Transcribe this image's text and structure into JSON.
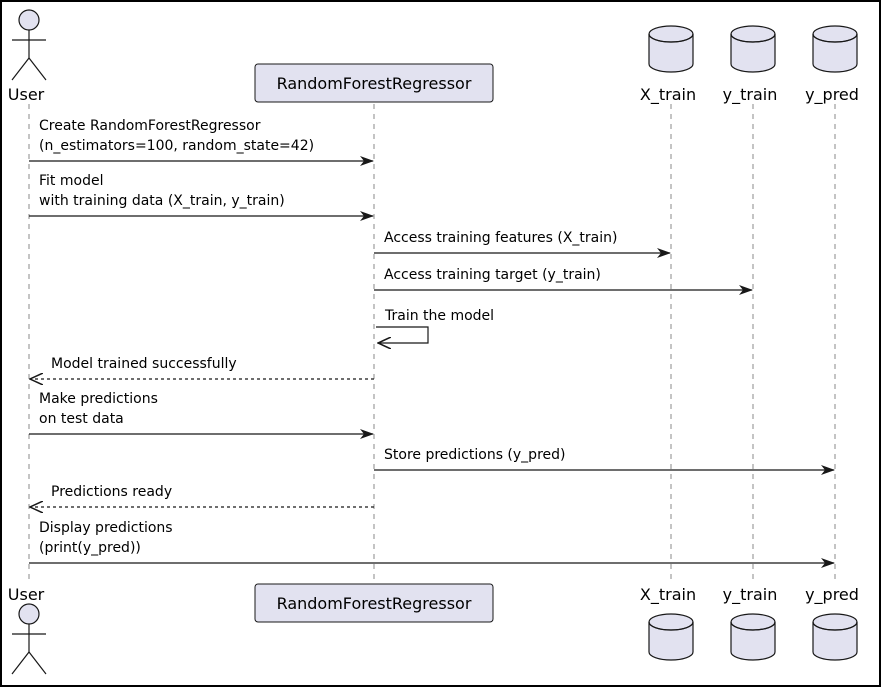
{
  "participants": [
    {
      "id": "user",
      "name": "User",
      "kind": "actor"
    },
    {
      "id": "rf",
      "name": "RandomForestRegressor",
      "kind": "participant"
    },
    {
      "id": "xtrain",
      "name": "X_train",
      "kind": "database"
    },
    {
      "id": "ytrain",
      "name": "y_train",
      "kind": "database"
    },
    {
      "id": "ypred",
      "name": "y_pred",
      "kind": "database"
    }
  ],
  "messages": [
    {
      "from": "user",
      "to": "rf",
      "style": "solid",
      "lines": [
        "Create RandomForestRegressor",
        "(n_estimators=100, random_state=42)"
      ]
    },
    {
      "from": "user",
      "to": "rf",
      "style": "solid",
      "lines": [
        "Fit model",
        "with training data (X_train, y_train)"
      ]
    },
    {
      "from": "rf",
      "to": "xtrain",
      "style": "solid",
      "lines": [
        "Access training features (X_train)"
      ]
    },
    {
      "from": "rf",
      "to": "ytrain",
      "style": "solid",
      "lines": [
        "Access training target (y_train)"
      ]
    },
    {
      "from": "rf",
      "to": "rf",
      "style": "self",
      "lines": [
        "Train the model"
      ]
    },
    {
      "from": "rf",
      "to": "user",
      "style": "dashed",
      "lines": [
        "Model trained successfully"
      ]
    },
    {
      "from": "user",
      "to": "rf",
      "style": "solid",
      "lines": [
        "Make predictions",
        "on test data"
      ]
    },
    {
      "from": "rf",
      "to": "ypred",
      "style": "solid",
      "lines": [
        "Store predictions (y_pred)"
      ]
    },
    {
      "from": "rf",
      "to": "user",
      "style": "dashed",
      "lines": [
        "Predictions ready"
      ]
    },
    {
      "from": "user",
      "to": "ypred",
      "style": "solid",
      "lines": [
        "Display predictions",
        "(print(y_pred))"
      ]
    }
  ],
  "colors": {
    "box_fill": "#e2e2f0",
    "box_stroke": "#181818",
    "lifeline": "#8a8a8a",
    "arrow": "#181818"
  }
}
